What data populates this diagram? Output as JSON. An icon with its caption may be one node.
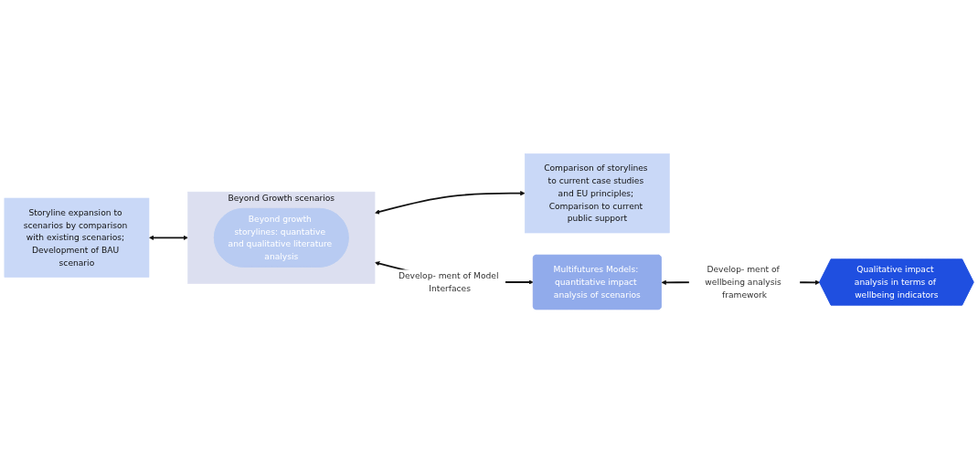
{
  "diagram": {
    "nodes": [
      {
        "text": [
          "Storyline expansion to scenarios by comparison with existing scenarios; Development of BAU scenario"
        ]
      },
      {
        "text": [
          "Beyond Growth scenarios"
        ]
      },
      {
        "text": [
          "Beyond growth storylines: quantative and qualitative literature analysis"
        ],
        "in": 1
      },
      {
        "text": [
          "Comparison of storylines to current case studies and EU principles; Comparison to current public support"
        ]
      },
      {
        "text": [
          "Multifutures Models: quantitative impact analysis of scenarios"
        ]
      },
      {
        "text": [
          "Qualitative impact analysis in terms of wellbeing indicators"
        ]
      }
    ],
    "edges": [
      {
        "from": 0,
        "to": 1,
        "arrow": "both"
      },
      {
        "from": 1,
        "to": 3,
        "arrow": "both"
      },
      {
        "from": 1,
        "to": 4,
        "arrow": "both",
        "label": "Develop- ment of Model Interfaces"
      },
      {
        "from": 4,
        "to": 5,
        "arrow": "both",
        "label": "Develop- ment of wellbeing analysis framework"
      }
    ]
  }
}
